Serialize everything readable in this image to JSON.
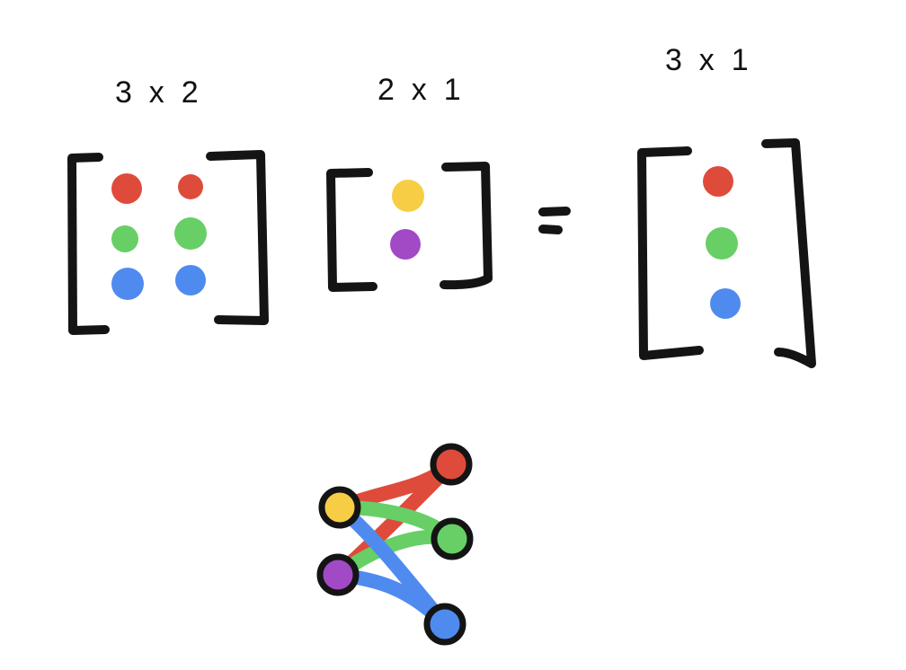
{
  "labels": {
    "matrix_a_dims": "3  x  2",
    "vector_b_dims": "2  x  1",
    "vector_c_dims": "3  x  1"
  },
  "colors": {
    "ink": "#141414",
    "red": "#df4b3b",
    "green": "#67cf65",
    "blue": "#4f8bef",
    "yellow": "#f7cd45",
    "purple": "#a24ac6"
  }
}
